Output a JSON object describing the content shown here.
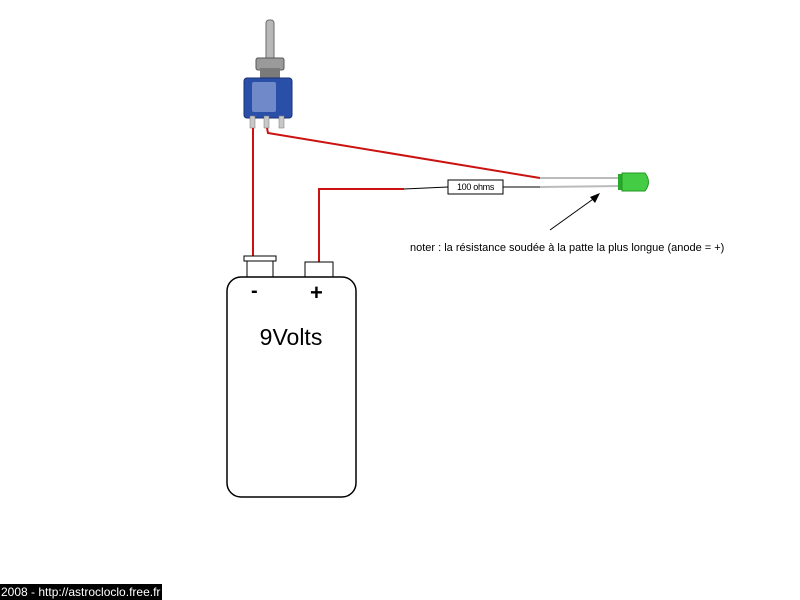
{
  "battery": {
    "label": "9Volts",
    "negative_symbol": "-",
    "positive_symbol": "+"
  },
  "resistor": {
    "label": "100 ohms"
  },
  "note": "noter : la résistance soudée à la patte la plus longue (anode = +)",
  "footer": "2008 - http://astrocloclo.free.fr",
  "colors": {
    "wire": "#cc1111",
    "switch_body": "#2a4fa8",
    "led": "#33cc33"
  }
}
